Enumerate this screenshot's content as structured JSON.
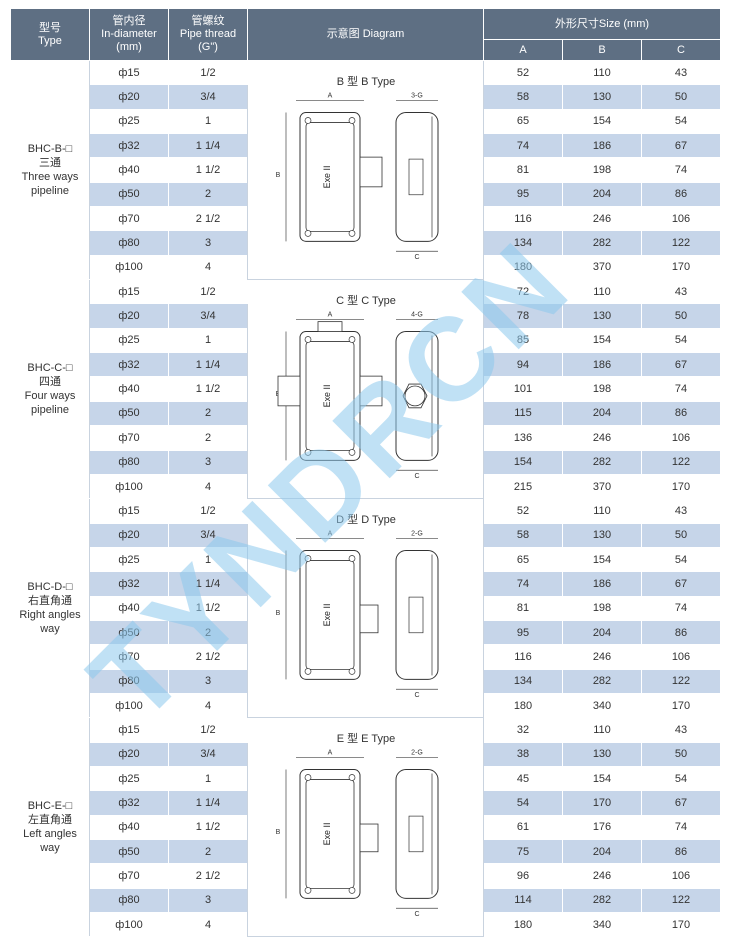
{
  "header": {
    "type_cn": "型号",
    "type_en": "Type",
    "diameter_cn": "管内径",
    "diameter_en": "In-diameter",
    "diameter_unit": "(mm)",
    "thread_cn": "管螺纹",
    "thread_en": "Pipe thread",
    "thread_unit": "(G\")",
    "diagram": "示意图 Diagram",
    "size": "外形尺寸Size (mm)",
    "col_a": "A",
    "col_b": "B",
    "col_c": "C"
  },
  "watermark": "TYNDRCN",
  "groups": [
    {
      "model": "BHC-B-□",
      "name_cn": "三通",
      "name_en1": "Three ways",
      "name_en2": "pipeline",
      "diagram_title": "B 型    B Type",
      "rows": [
        {
          "d": "ф15",
          "g": "1/2",
          "a": "52",
          "b": "110",
          "c": "43"
        },
        {
          "d": "ф20",
          "g": "3/4",
          "a": "58",
          "b": "130",
          "c": "50"
        },
        {
          "d": "ф25",
          "g": "1",
          "a": "65",
          "b": "154",
          "c": "54"
        },
        {
          "d": "ф32",
          "g": "1 1/4",
          "a": "74",
          "b": "186",
          "c": "67"
        },
        {
          "d": "ф40",
          "g": "1 1/2",
          "a": "81",
          "b": "198",
          "c": "74"
        },
        {
          "d": "ф50",
          "g": "2",
          "a": "95",
          "b": "204",
          "c": "86"
        },
        {
          "d": "ф70",
          "g": "2 1/2",
          "a": "116",
          "b": "246",
          "c": "106"
        },
        {
          "d": "ф80",
          "g": "3",
          "a": "134",
          "b": "282",
          "c": "122"
        },
        {
          "d": "ф100",
          "g": "4",
          "a": "180",
          "b": "370",
          "c": "170"
        }
      ]
    },
    {
      "model": "BHC-C-□",
      "name_cn": "四通",
      "name_en1": "Four ways",
      "name_en2": "pipeline",
      "diagram_title": "C 型    C Type",
      "rows": [
        {
          "d": "ф15",
          "g": "1/2",
          "a": "72",
          "b": "110",
          "c": "43"
        },
        {
          "d": "ф20",
          "g": "3/4",
          "a": "78",
          "b": "130",
          "c": "50"
        },
        {
          "d": "ф25",
          "g": "1",
          "a": "85",
          "b": "154",
          "c": "54"
        },
        {
          "d": "ф32",
          "g": "1 1/4",
          "a": "94",
          "b": "186",
          "c": "67"
        },
        {
          "d": "ф40",
          "g": "1 1/2",
          "a": "101",
          "b": "198",
          "c": "74"
        },
        {
          "d": "ф50",
          "g": "2",
          "a": "115",
          "b": "204",
          "c": "86"
        },
        {
          "d": "ф70",
          "g": "2",
          "a": "136",
          "b": "246",
          "c": "106"
        },
        {
          "d": "ф80",
          "g": "3",
          "a": "154",
          "b": "282",
          "c": "122"
        },
        {
          "d": "ф100",
          "g": "4",
          "a": "215",
          "b": "370",
          "c": "170"
        }
      ]
    },
    {
      "model": "BHC-D-□",
      "name_cn": "右直角通",
      "name_en1": "Right angles",
      "name_en2": "way",
      "diagram_title": "D 型    D Type",
      "rows": [
        {
          "d": "ф15",
          "g": "1/2",
          "a": "52",
          "b": "110",
          "c": "43"
        },
        {
          "d": "ф20",
          "g": "3/4",
          "a": "58",
          "b": "130",
          "c": "50"
        },
        {
          "d": "ф25",
          "g": "1",
          "a": "65",
          "b": "154",
          "c": "54"
        },
        {
          "d": "ф32",
          "g": "1 1/4",
          "a": "74",
          "b": "186",
          "c": "67"
        },
        {
          "d": "ф40",
          "g": "1 1/2",
          "a": "81",
          "b": "198",
          "c": "74"
        },
        {
          "d": "ф50",
          "g": "2",
          "a": "95",
          "b": "204",
          "c": "86"
        },
        {
          "d": "ф70",
          "g": "2 1/2",
          "a": "116",
          "b": "246",
          "c": "106"
        },
        {
          "d": "ф80",
          "g": "3",
          "a": "134",
          "b": "282",
          "c": "122"
        },
        {
          "d": "ф100",
          "g": "4",
          "a": "180",
          "b": "340",
          "c": "170"
        }
      ]
    },
    {
      "model": "BHC-E-□",
      "name_cn": "左直角通",
      "name_en1": "Left angles",
      "name_en2": "way",
      "diagram_title": "E 型    E Type",
      "rows": [
        {
          "d": "ф15",
          "g": "1/2",
          "a": "32",
          "b": "110",
          "c": "43"
        },
        {
          "d": "ф20",
          "g": "3/4",
          "a": "38",
          "b": "130",
          "c": "50"
        },
        {
          "d": "ф25",
          "g": "1",
          "a": "45",
          "b": "154",
          "c": "54"
        },
        {
          "d": "ф32",
          "g": "1 1/4",
          "a": "54",
          "b": "170",
          "c": "67"
        },
        {
          "d": "ф40",
          "g": "1 1/2",
          "a": "61",
          "b": "176",
          "c": "74"
        },
        {
          "d": "ф50",
          "g": "2",
          "a": "75",
          "b": "204",
          "c": "86"
        },
        {
          "d": "ф70",
          "g": "2 1/2",
          "a": "96",
          "b": "246",
          "c": "106"
        },
        {
          "d": "ф80",
          "g": "3",
          "a": "114",
          "b": "282",
          "c": "122"
        },
        {
          "d": "ф100",
          "g": "4",
          "a": "180",
          "b": "340",
          "c": "170"
        }
      ]
    }
  ],
  "drawing_labels": {
    "a": "A",
    "b": "B",
    "c": "C",
    "g2": "2-G",
    "g3": "3-G",
    "g4": "4-G",
    "exe": "Exe II"
  },
  "colors": {
    "header_bg": "#5e6f83",
    "shade": "#c6d5e9",
    "watermark": "#8cc8ec"
  }
}
